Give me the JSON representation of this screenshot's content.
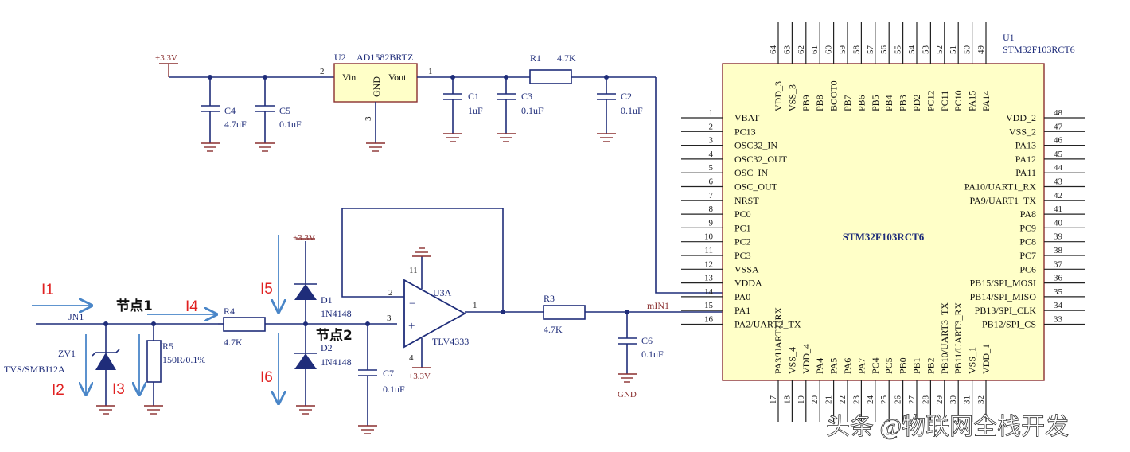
{
  "power": {
    "top_33v": "+3.3V",
    "d1_33v": "+3.3V",
    "u3a_33v": "+3.3V",
    "gnd_label": "GND"
  },
  "u2": {
    "ref": "U2",
    "part": "AD1582BRTZ",
    "vin": "Vin",
    "gnd": "GND",
    "vout": "Vout",
    "pin2": "2",
    "pin1": "1",
    "pin3": "3"
  },
  "caps": {
    "c4": {
      "ref": "C4",
      "val": "4.7uF"
    },
    "c5": {
      "ref": "C5",
      "val": "0.1uF"
    },
    "c1": {
      "ref": "C1",
      "val": "1uF"
    },
    "c3": {
      "ref": "C3",
      "val": "0.1uF"
    },
    "c2": {
      "ref": "C2",
      "val": "0.1uF"
    },
    "c7": {
      "ref": "C7",
      "val": "0.1uF"
    },
    "c6": {
      "ref": "C6",
      "val": "0.1uF"
    }
  },
  "res": {
    "r1": {
      "ref": "R1",
      "val": "4.7K"
    },
    "r3": {
      "ref": "R3",
      "val": "4.7K"
    },
    "r4": {
      "ref": "R4",
      "val": "4.7K"
    },
    "r5": {
      "ref": "R5",
      "val": "150R/0.1%"
    }
  },
  "diodes": {
    "d1": {
      "ref": "D1",
      "val": "1N4148"
    },
    "d2": {
      "ref": "D2",
      "val": "1N4148"
    },
    "zv1": {
      "ref": "ZV1",
      "val": "TVS/SMBJ12A"
    }
  },
  "opamp": {
    "ref": "U3A",
    "part": "TLV4333",
    "minus": "−",
    "plus": "+",
    "p1": "1",
    "p2": "2",
    "p3": "3",
    "p4": "4",
    "p11": "11"
  },
  "nets": {
    "jn1": "JN1",
    "min1": "mIN1"
  },
  "currents": {
    "i1": "I1",
    "i2": "I2",
    "i3": "I3",
    "i4": "I4",
    "i5": "I5",
    "i6": "I6"
  },
  "nodes": {
    "n1": "节点1",
    "n2": "节点2"
  },
  "mcu": {
    "ref": "U1",
    "part": "STM32F103RCT6",
    "center": "STM32F103RCT6",
    "left_pins": [
      {
        "num": "1",
        "name": "VBAT"
      },
      {
        "num": "2",
        "name": "PC13"
      },
      {
        "num": "3",
        "name": "OSC32_IN"
      },
      {
        "num": "4",
        "name": "OSC32_OUT"
      },
      {
        "num": "5",
        "name": "OSC_IN"
      },
      {
        "num": "6",
        "name": "OSC_OUT"
      },
      {
        "num": "7",
        "name": "NRST"
      },
      {
        "num": "8",
        "name": "PC0"
      },
      {
        "num": "9",
        "name": "PC1"
      },
      {
        "num": "10",
        "name": "PC2"
      },
      {
        "num": "11",
        "name": "PC3"
      },
      {
        "num": "12",
        "name": "VSSA"
      },
      {
        "num": "13",
        "name": "VDDA"
      },
      {
        "num": "14",
        "name": "PA0"
      },
      {
        "num": "15",
        "name": "PA1"
      },
      {
        "num": "16",
        "name": "PA2/UART2_TX"
      }
    ],
    "right_pins": [
      {
        "num": "48",
        "name": "VDD_2"
      },
      {
        "num": "47",
        "name": "VSS_2"
      },
      {
        "num": "46",
        "name": "PA13"
      },
      {
        "num": "45",
        "name": "PA12"
      },
      {
        "num": "44",
        "name": "PA11"
      },
      {
        "num": "43",
        "name": "PA10/UART1_RX"
      },
      {
        "num": "42",
        "name": "PA9/UART1_TX"
      },
      {
        "num": "41",
        "name": "PA8"
      },
      {
        "num": "40",
        "name": "PC9"
      },
      {
        "num": "39",
        "name": "PC8"
      },
      {
        "num": "38",
        "name": "PC7"
      },
      {
        "num": "37",
        "name": "PC6"
      },
      {
        "num": "36",
        "name": "PB15/SPI_MOSI"
      },
      {
        "num": "35",
        "name": "PB14/SPI_MISO"
      },
      {
        "num": "34",
        "name": "PB13/SPI_CLK"
      },
      {
        "num": "33",
        "name": "PB12/SPI_CS"
      }
    ],
    "top_pins": [
      {
        "num": "64",
        "name": "VDD_3"
      },
      {
        "num": "63",
        "name": "VSS_3"
      },
      {
        "num": "62",
        "name": "PB9"
      },
      {
        "num": "61",
        "name": "PB8"
      },
      {
        "num": "60",
        "name": "BOOT0"
      },
      {
        "num": "59",
        "name": "PB7"
      },
      {
        "num": "58",
        "name": "PB6"
      },
      {
        "num": "57",
        "name": "PB5"
      },
      {
        "num": "56",
        "name": "PB4"
      },
      {
        "num": "55",
        "name": "PB3"
      },
      {
        "num": "54",
        "name": "PD2"
      },
      {
        "num": "53",
        "name": "PC12"
      },
      {
        "num": "52",
        "name": "PC11"
      },
      {
        "num": "51",
        "name": "PC10"
      },
      {
        "num": "50",
        "name": "PA15"
      },
      {
        "num": "49",
        "name": "PA14"
      }
    ],
    "bottom_pins": [
      {
        "num": "17",
        "name": "PA3/UART2_RX"
      },
      {
        "num": "18",
        "name": "VSS_4"
      },
      {
        "num": "19",
        "name": "VDD_4"
      },
      {
        "num": "20",
        "name": "PA4"
      },
      {
        "num": "21",
        "name": "PA5"
      },
      {
        "num": "22",
        "name": "PA6"
      },
      {
        "num": "23",
        "name": "PA7"
      },
      {
        "num": "24",
        "name": "PC4"
      },
      {
        "num": "25",
        "name": "PC5"
      },
      {
        "num": "26",
        "name": "PB0"
      },
      {
        "num": "27",
        "name": "PB1"
      },
      {
        "num": "28",
        "name": "PB2"
      },
      {
        "num": "29",
        "name": "PB10/UART3_TX"
      },
      {
        "num": "30",
        "name": "PB11/UART3_RX"
      },
      {
        "num": "31",
        "name": "VSS_1"
      },
      {
        "num": "32",
        "name": "VDD_1"
      }
    ]
  },
  "watermark": "头条 @物联网全栈开发"
}
